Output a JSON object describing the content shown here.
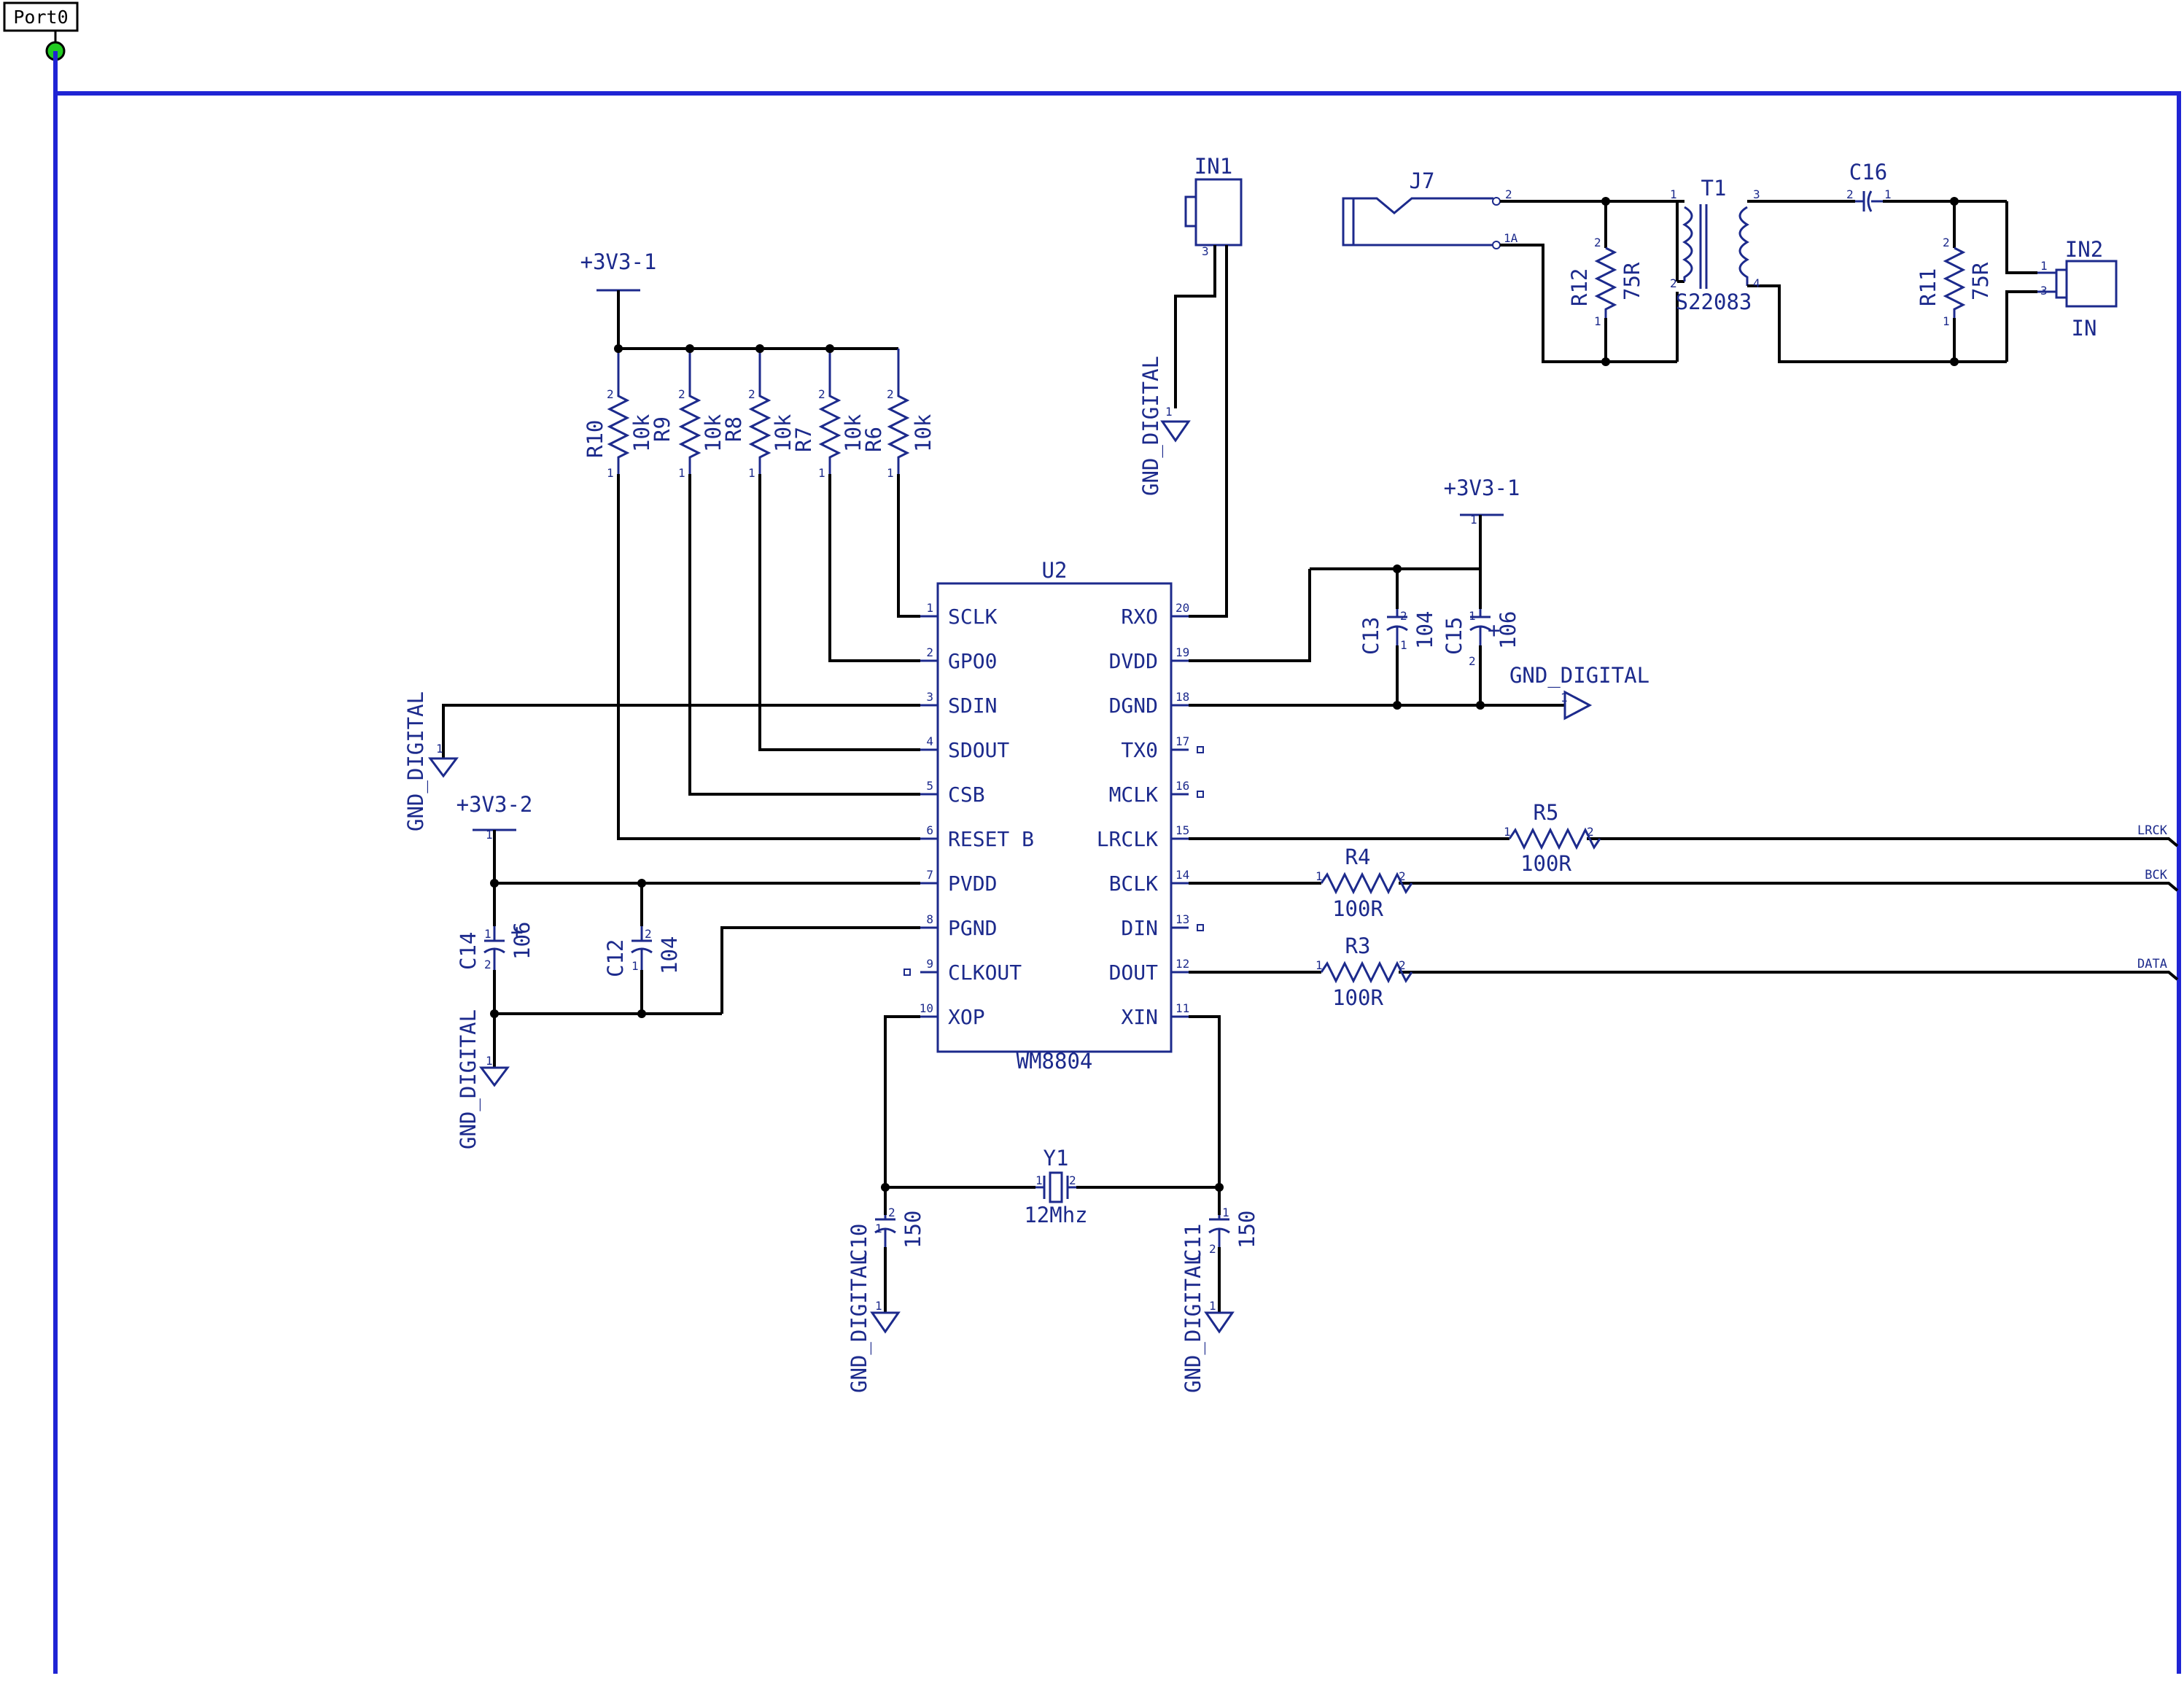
{
  "port": {
    "label": "Port0",
    "dot_color": "#22cc22"
  },
  "colors": {
    "wire": "#000000",
    "bus": "#1f24d4",
    "symbol": "#1c2a8c"
  },
  "u2": {
    "ref": "U2",
    "part": "WM8804",
    "left_pins": [
      {
        "num": "1",
        "name": "SCLK"
      },
      {
        "num": "2",
        "name": "GPO0"
      },
      {
        "num": "3",
        "name": "SDIN"
      },
      {
        "num": "4",
        "name": "SDOUT"
      },
      {
        "num": "5",
        "name": "CSB"
      },
      {
        "num": "6",
        "name": "RESET B"
      },
      {
        "num": "7",
        "name": "PVDD"
      },
      {
        "num": "8",
        "name": "PGND"
      },
      {
        "num": "9",
        "name": "CLKOUT"
      },
      {
        "num": "10",
        "name": "XOP"
      }
    ],
    "right_pins": [
      {
        "num": "20",
        "name": "RXO"
      },
      {
        "num": "19",
        "name": "DVDD"
      },
      {
        "num": "18",
        "name": "DGND"
      },
      {
        "num": "17",
        "name": "TX0"
      },
      {
        "num": "16",
        "name": "MCLK"
      },
      {
        "num": "15",
        "name": "LRCLK"
      },
      {
        "num": "14",
        "name": "BCLK"
      },
      {
        "num": "13",
        "name": "DIN"
      },
      {
        "num": "12",
        "name": "DOUT"
      },
      {
        "num": "11",
        "name": "XIN"
      }
    ]
  },
  "power": {
    "v3_1": "+3V3-1",
    "v3_2": "+3V3-2",
    "gnd": "GND_DIGITAL"
  },
  "pullups": [
    {
      "ref": "R10",
      "value": "10k"
    },
    {
      "ref": "R9",
      "value": "10k"
    },
    {
      "ref": "R8",
      "value": "10k"
    },
    {
      "ref": "R7",
      "value": "10k"
    },
    {
      "ref": "R6",
      "value": "10k"
    }
  ],
  "series": {
    "r5": {
      "ref": "R5",
      "value": "100R"
    },
    "r4": {
      "ref": "R4",
      "value": "100R"
    },
    "r3": {
      "ref": "R3",
      "value": "100R"
    }
  },
  "nets": {
    "lrck": "LRCK",
    "bck": "BCK",
    "data": "DATA"
  },
  "caps": {
    "c13": {
      "ref": "C13",
      "value": "104"
    },
    "c15": {
      "ref": "C15",
      "value": "106"
    },
    "c14": {
      "ref": "C14",
      "value": "106"
    },
    "c12": {
      "ref": "C12",
      "value": "104"
    },
    "c10": {
      "ref": "C10",
      "value": "150"
    },
    "c11": {
      "ref": "C11",
      "value": "150"
    },
    "c16": {
      "ref": "C16"
    }
  },
  "crystal": {
    "ref": "Y1",
    "value": "12Mhz"
  },
  "in1": {
    "ref": "IN1"
  },
  "j7": {
    "ref": "J7"
  },
  "t1": {
    "ref": "T1",
    "value": "S22083"
  },
  "r12": {
    "ref": "R12",
    "value": "75R"
  },
  "r11": {
    "ref": "R11",
    "value": "75R"
  },
  "in2": {
    "ref": "IN2",
    "label": "IN"
  },
  "pins": {
    "p1": "1",
    "p2": "2",
    "p3": "3",
    "p4": "4",
    "p1a": "1A",
    "plus": "+"
  }
}
